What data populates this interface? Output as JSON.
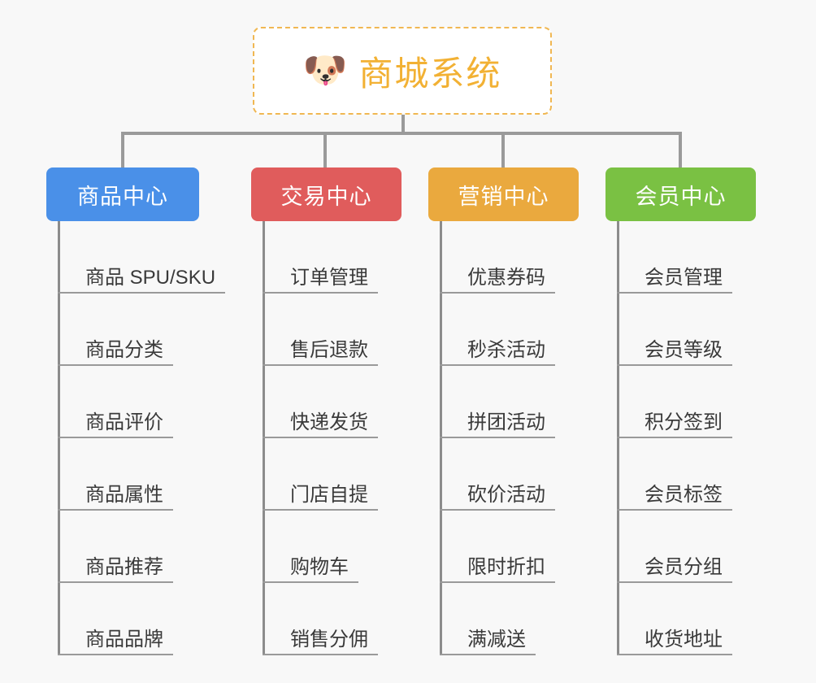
{
  "diagram": {
    "type": "mindmap-org-chart",
    "background_color": "#f8f8f8",
    "root": {
      "icon": "dog-face-emoji",
      "emoji": "🐶",
      "title": "商城系统",
      "text_color": "#f2b134",
      "border_color": "#f0b752",
      "border_style": "dashed",
      "background_color": "#ffffff"
    },
    "categories": [
      {
        "label": "商品中心",
        "color": "#4a90e8",
        "items": [
          "商品 SPU/SKU",
          "商品分类",
          "商品评价",
          "商品属性",
          "商品推荐",
          "商品品牌"
        ]
      },
      {
        "label": "交易中心",
        "color": "#e05c5c",
        "items": [
          "订单管理",
          "售后退款",
          "快递发货",
          "门店自提",
          "购物车",
          "销售分佣"
        ]
      },
      {
        "label": "营销中心",
        "color": "#eaa93e",
        "items": [
          "优惠券码",
          "秒杀活动",
          "拼团活动",
          "砍价活动",
          "限时折扣",
          "满减送"
        ]
      },
      {
        "label": "会员中心",
        "color": "#7ac143",
        "items": [
          "会员管理",
          "会员等级",
          "积分签到",
          "会员标签",
          "会员分组",
          "收货地址"
        ]
      }
    ],
    "connector_color": "#9a9a9a"
  }
}
